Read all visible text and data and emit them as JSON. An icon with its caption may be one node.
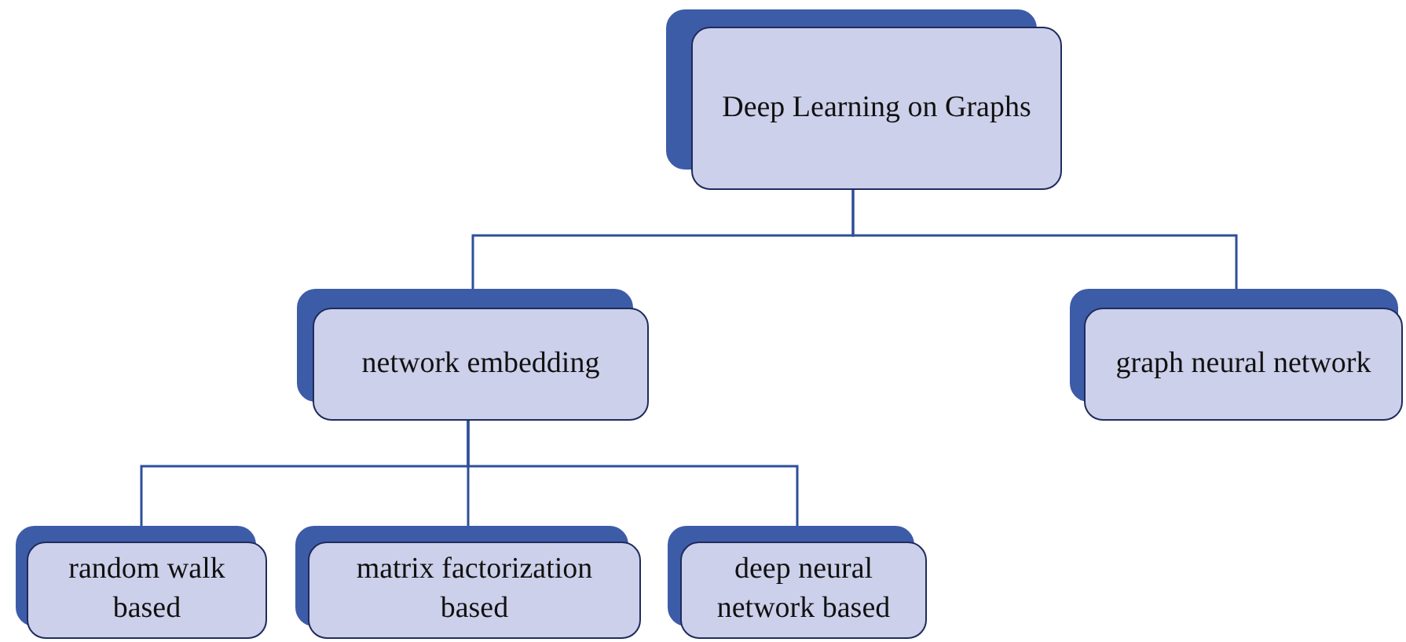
{
  "diagram": {
    "nodes": [
      {
        "text": [
          "Deep Learning on Graphs"
        ]
      },
      {
        "text": [
          "network embedding"
        ]
      },
      {
        "text": [
          "graph neural network"
        ]
      },
      {
        "text": [
          "random walk based"
        ]
      },
      {
        "text": [
          "matrix factorization based"
        ]
      },
      {
        "text": [
          "deep neural network based"
        ]
      }
    ],
    "edges": [
      {
        "from": 0,
        "to": 1,
        "arrow": "none"
      },
      {
        "from": 0,
        "to": 2,
        "arrow": "none"
      },
      {
        "from": 1,
        "to": 3,
        "arrow": "none"
      },
      {
        "from": 1,
        "to": 4,
        "arrow": "none"
      },
      {
        "from": 1,
        "to": 5,
        "arrow": "none"
      }
    ]
  }
}
